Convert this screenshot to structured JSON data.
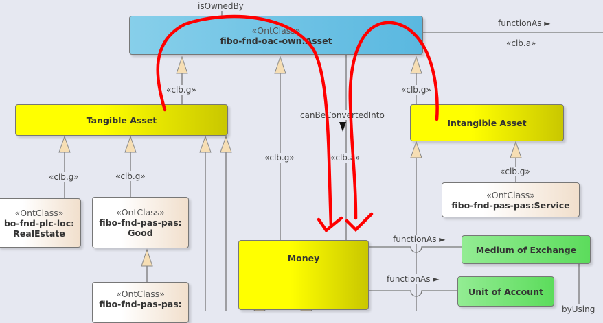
{
  "classes": {
    "asset": {
      "stereotype": "«OntClass»",
      "name": "fibo-fnd-oac-own:Asset"
    },
    "tangible": {
      "name": "Tangible Asset"
    },
    "intangible": {
      "name": "Intangible Asset"
    },
    "realestate": {
      "stereotype": "«OntClass»",
      "name": "bo-fnd-plc-loc:",
      "name2": "RealEstate"
    },
    "good": {
      "stereotype": "«OntClass»",
      "name": "fibo-fnd-pas-pas:",
      "name2": "Good"
    },
    "bottom": {
      "stereotype": "«OntClass»",
      "name": "fibo-fnd-pas-pas:"
    },
    "service": {
      "stereotype": "«OntClass»",
      "name": "fibo-fnd-pas-pas:Service"
    },
    "money": {
      "name": "Money"
    },
    "medium": {
      "name": "Medium of Exchange"
    },
    "unit": {
      "name": "Unit of Account"
    }
  },
  "labels": {
    "isOwnedBy": "isOwnedBy",
    "functionAs": "functionAs ►",
    "clba": "«clb.a»",
    "clbg": "«clb.g»",
    "canBeConvertedInto": "canBeConvertedInto",
    "byUsing": "byUsing"
  },
  "colors": {
    "annotation": "#ff0000"
  }
}
